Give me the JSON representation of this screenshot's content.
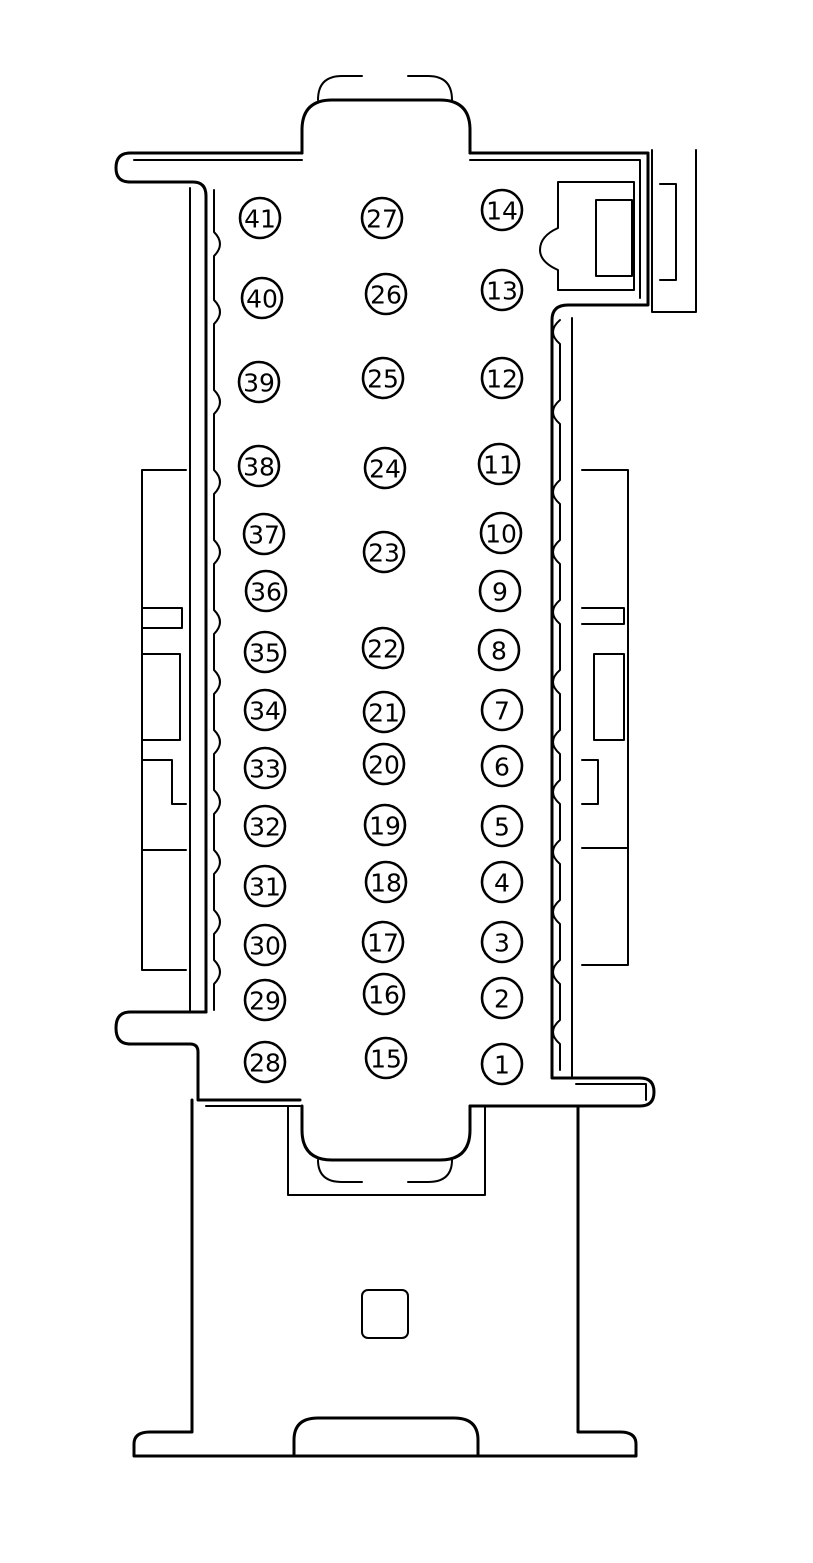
{
  "connector": {
    "line_color": "#000000",
    "background": "#ffffff",
    "pin_count": 41,
    "columns": [
      {
        "name": "right-column",
        "pins": [
          "14",
          "13",
          "12",
          "11",
          "10",
          "9",
          "8",
          "7",
          "6",
          "5",
          "4",
          "3",
          "2",
          "1"
        ]
      },
      {
        "name": "center-column",
        "pins": [
          "27",
          "26",
          "25",
          "24",
          "23",
          "22",
          "21",
          "20",
          "19",
          "18",
          "17",
          "16",
          "15"
        ]
      },
      {
        "name": "left-column",
        "pins": [
          "41",
          "40",
          "39",
          "38",
          "37",
          "36",
          "35",
          "34",
          "33",
          "32",
          "31",
          "30",
          "29",
          "28"
        ]
      }
    ]
  }
}
